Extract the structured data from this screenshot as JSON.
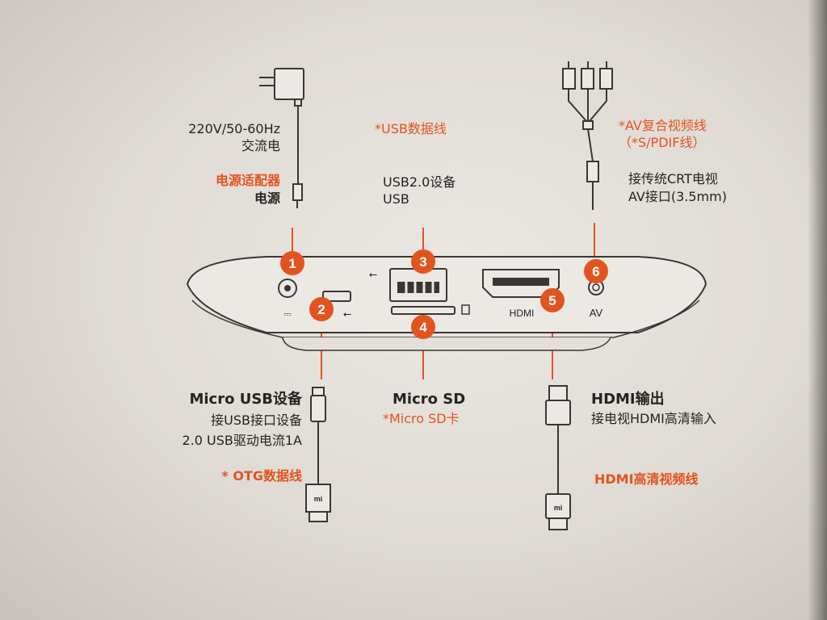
{
  "labels": {
    "power_spec": "220V/50-60Hz",
    "power_ac": "交流电",
    "adapter_note": "电源适配器",
    "power_name": "电源",
    "usb_cable_note": "*USB数据线",
    "usb_device": "USB2.0设备",
    "usb_name": "USB",
    "av_cable_note_1": "*AV复合视频线",
    "av_cable_note_2": "（*S/PDIF线）",
    "av_crt": "接传统CRT电视",
    "av_port": "AV接口(3.5mm)",
    "micro_usb_title": "Micro USB设备",
    "micro_usb_line2": "接USB接口设备",
    "micro_usb_line3": "2.0 USB驱动电流1A",
    "otg_note": "* OTG数据线",
    "micro_sd_title": "Micro SD",
    "micro_sd_note": "*Micro SD卡",
    "hdmi_title": "HDMI输出",
    "hdmi_desc": "接电视HDMI高清输入",
    "hdmi_cable_note": "HDMI高清视频线",
    "device_hdmi": "HDMI",
    "device_av": "AV",
    "mi_logo": "mi",
    "dc_symbol": "⎓",
    "usb_symbol": "⭠"
  },
  "badges": [
    "1",
    "2",
    "3",
    "4",
    "5",
    "6"
  ],
  "colors": {
    "accent": "#e2541f",
    "ink": "#262322",
    "device_fill": "#ece8e3",
    "line": "#3a3634"
  }
}
